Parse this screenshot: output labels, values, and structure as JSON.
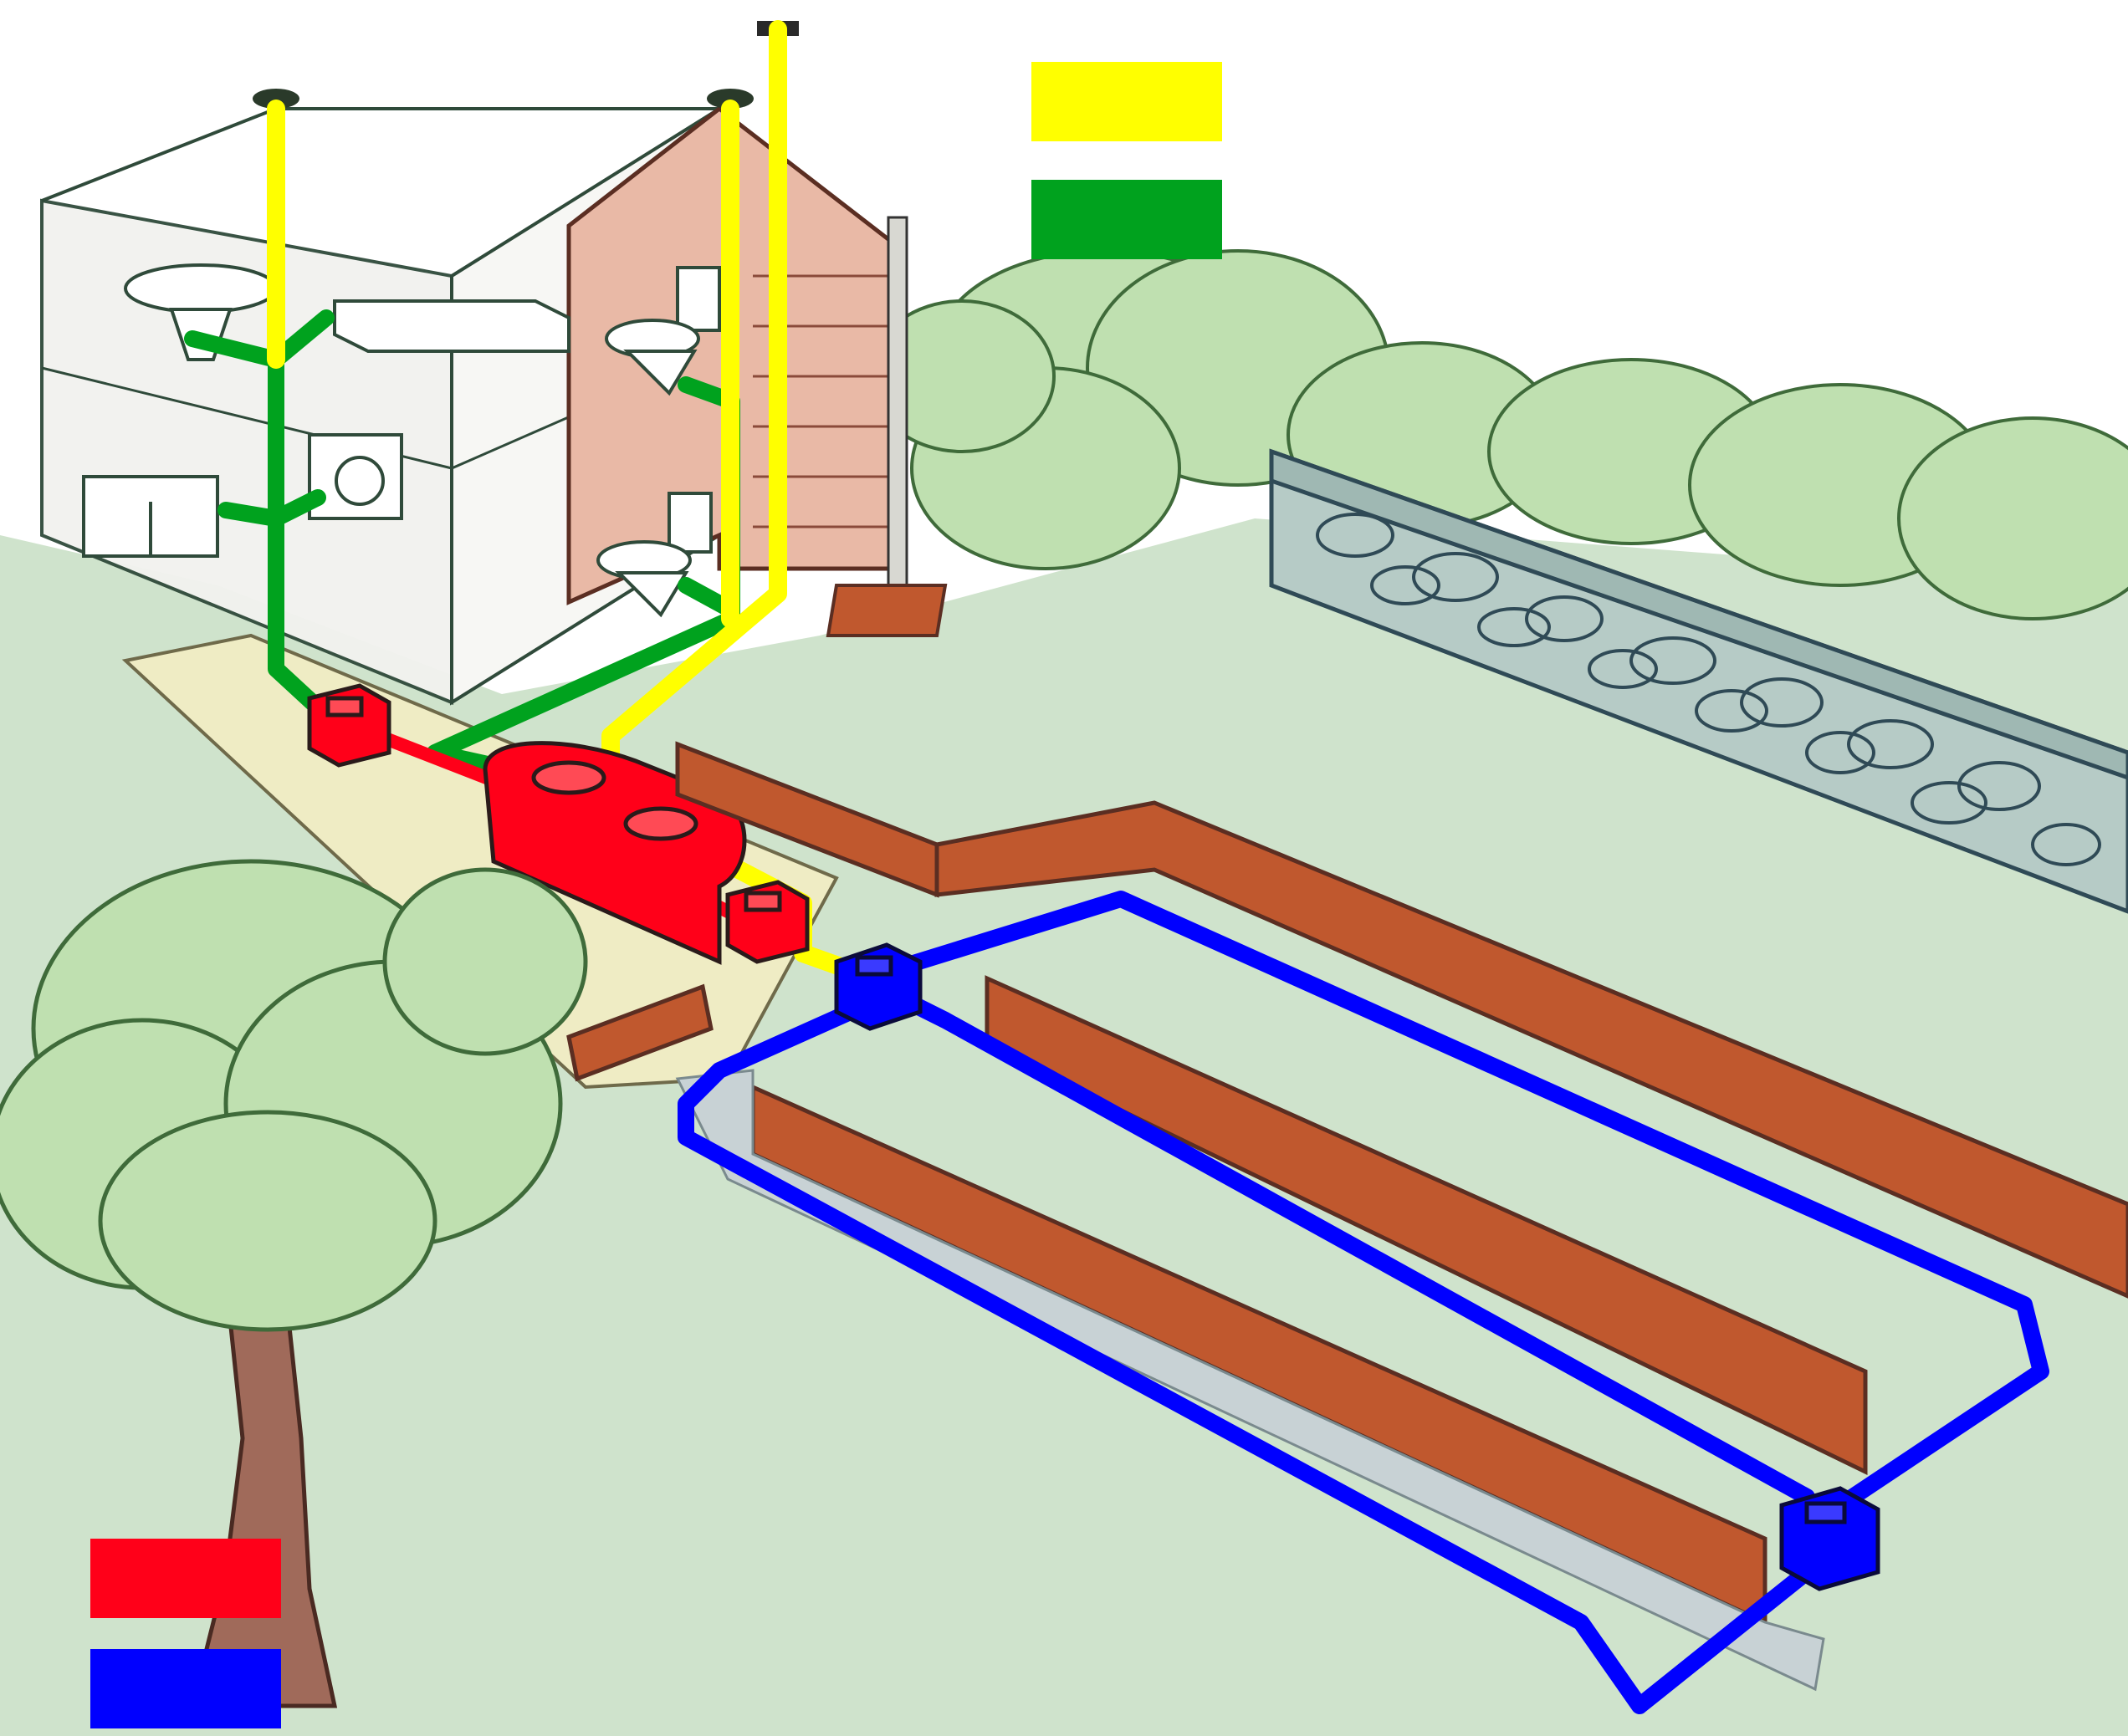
{
  "legend": [
    {
      "id": "ventilation",
      "color": "#FFFF00",
      "label": ""
    },
    {
      "id": "wastewater-pipes",
      "color": "#00A21E",
      "label": ""
    },
    {
      "id": "treatment",
      "color": "#FF0019",
      "label": ""
    },
    {
      "id": "drainage",
      "color": "#0000FF",
      "label": ""
    }
  ],
  "colors": {
    "ventilation_pipe": "#FFFF00",
    "wastewater_pipe": "#00A21E",
    "septic_tank": "#FF0019",
    "drainage_field": "#0000FF",
    "lawn": "#cfe3cc",
    "soil": "#c0582e",
    "house_wall": "#f2f2ef",
    "brick": "#e9b9a6",
    "tree_foliage": "#bfe0b0",
    "trunk": "#a06a5a",
    "stone_wall": "#b6cbc6"
  },
  "icons": [
    "sink-icon",
    "bathtub-icon",
    "washing-machine-icon",
    "stove-icon",
    "toilet-icon",
    "vent-cap-icon",
    "inspection-box-icon",
    "septic-tank-icon",
    "distribution-box-icon",
    "tree-icon",
    "stone-wall-icon"
  ]
}
